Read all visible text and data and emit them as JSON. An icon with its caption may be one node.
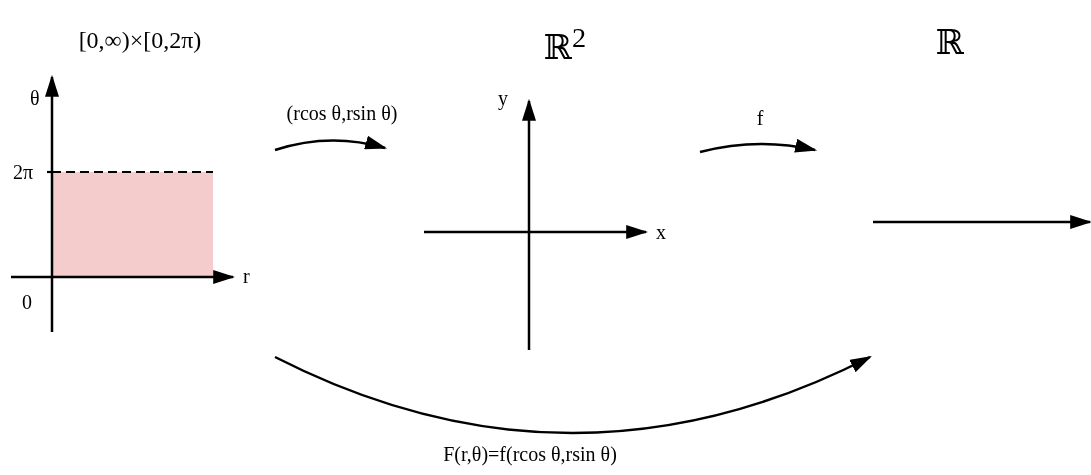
{
  "diagram": {
    "nodes": [
      {
        "text": [
          "[0,∞)×[0,2π)"
        ]
      },
      {
        "text": [
          "ℝ$^{2}$"
        ]
      },
      {
        "text": [
          "ℝ"
        ]
      }
    ],
    "edges": [
      {
        "from": 0,
        "to": 1,
        "arrow": "to",
        "label": "(rcos θ,rsin θ)"
      },
      {
        "from": 1,
        "to": 2,
        "arrow": "to",
        "label": "f"
      },
      {
        "from": 0,
        "to": null,
        "arrow": "to",
        "label": "F(r,θ)=f(rcos θ,rsin θ)"
      }
    ],
    "labels": [
      "θ",
      "2π",
      "r",
      "0",
      "y",
      "x"
    ]
  }
}
